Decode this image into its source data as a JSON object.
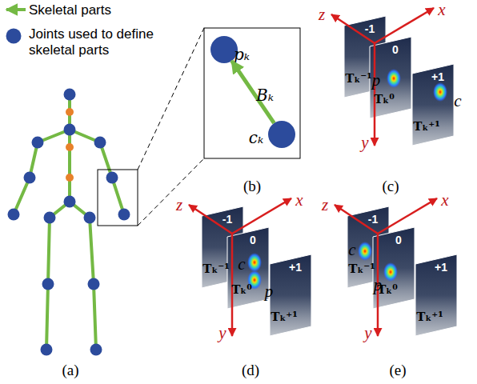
{
  "diagram": {
    "nodes": [
      {
        "text": [
          "pₖ"
        ]
      },
      {
        "text": [
          "cₖ"
        ]
      }
    ],
    "edges": [
      {
        "from": 1,
        "to": 0,
        "arrow": "to",
        "label": "Bₖ"
      }
    ],
    "labels": [
      "(a)",
      "(b)",
      "(c)",
      "(d)",
      "(e)",
      "z",
      "x",
      "y",
      "-1",
      "0",
      "+1",
      "Tₖ⁻¹",
      "Tₖ⁰",
      "Tₖ⁺¹",
      "p",
      "c",
      "z",
      "x",
      "y",
      "-1",
      "0",
      "+1",
      "Tₖ⁻¹",
      "Tₖ⁰",
      "Tₖ⁺¹",
      "c",
      "p",
      "z",
      "x",
      "y",
      "-1",
      "0",
      "+1",
      "Tₖ⁻¹",
      "Tₖ⁰",
      "Tₖ⁺¹",
      "c",
      "p"
    ],
    "legend": [
      {
        "text": "Skeletal parts"
      },
      {
        "text": "Joints used to define skeletal parts"
      }
    ]
  }
}
